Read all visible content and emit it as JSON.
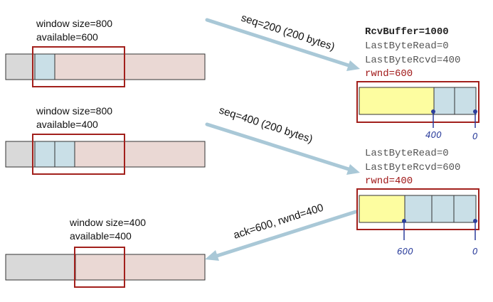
{
  "sender": {
    "row1": {
      "line1": "window size=800",
      "line2": "available=600"
    },
    "row2": {
      "line1": "window size=800",
      "line2": "available=400"
    },
    "row3": {
      "line1": "window size=400",
      "line2": "available=400"
    }
  },
  "arrows": {
    "seg1": "seq=200 (200 bytes)",
    "seg2": "seq=400 (200 bytes)",
    "ack": "ack=600, rwnd=400"
  },
  "receiver": {
    "state1": {
      "rcv_buffer": "RcvBuffer=1000",
      "last_byte_read": "LastByteRead=0",
      "last_byte_rcvd": "LastByteRcvd=400",
      "rwnd": "rwnd=600"
    },
    "state2": {
      "last_byte_read": "LastByteRead=0",
      "last_byte_rcvd": "LastByteRcvd=600",
      "rwnd": "rwnd=400"
    },
    "marks1": {
      "left": "400",
      "right": "0"
    },
    "marks2": {
      "left": "600",
      "right": "0"
    }
  },
  "colors": {
    "sent_acked": "#d9d9d9",
    "sent_unacked": "#c9dfe7",
    "not_sent": "#ead8d4",
    "window_outline": "#a2201c",
    "arrow": "#a9c8d7",
    "free_buffer": "#fdfda0",
    "pen_blue": "#2c3e9c"
  }
}
